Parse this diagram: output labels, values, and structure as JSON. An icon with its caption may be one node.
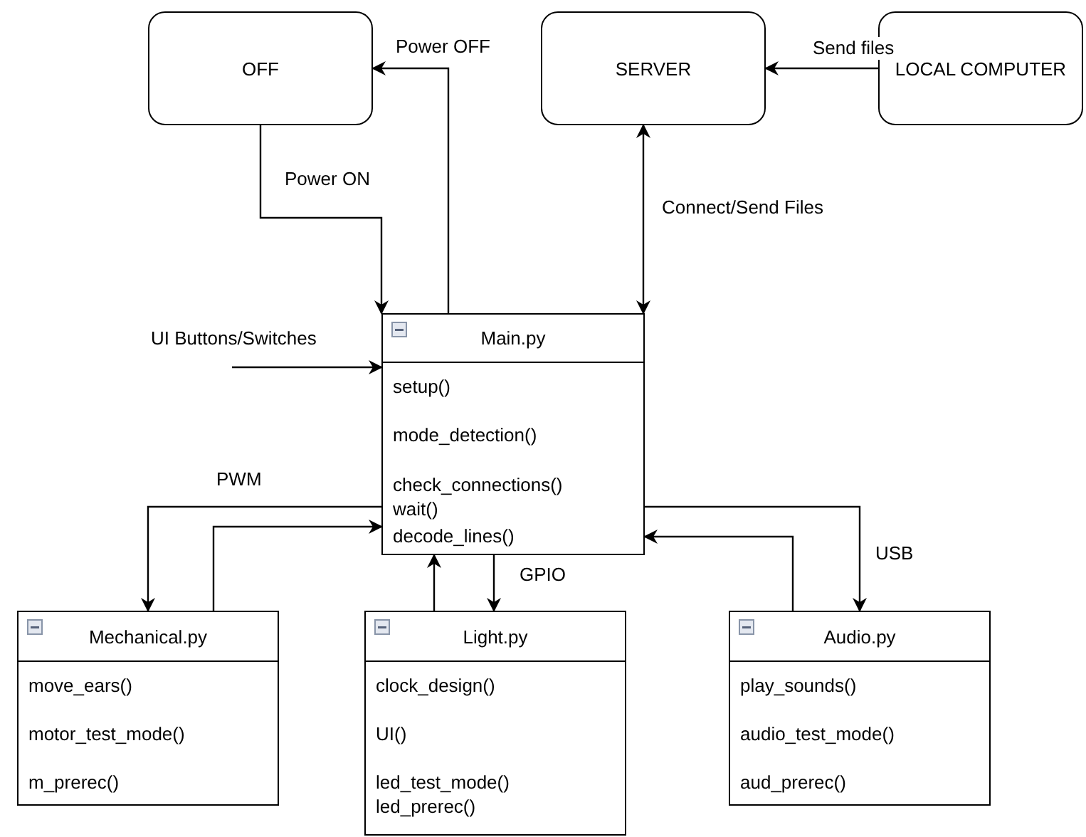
{
  "diagram": {
    "nodes": [
      {
        "text": [
          "OFF"
        ]
      },
      {
        "text": [
          "SERVER"
        ]
      },
      {
        "text": [
          "LOCAL COMPUTER"
        ]
      },
      {
        "text": [
          "Main.py",
          "setup()",
          "mode_detection()",
          "check_connections()",
          "wait()",
          "decode_lines()"
        ]
      },
      {
        "text": [
          "Mechanical.py",
          "move_ears()",
          "motor_test_mode()",
          "m_prerec()"
        ]
      },
      {
        "text": [
          "Light.py",
          "clock_design()",
          "UI()",
          "led_test_mode()",
          "led_prerec()"
        ]
      },
      {
        "text": [
          "Audio.py",
          "play_sounds()",
          "audio_test_mode()",
          "aud_prerec()"
        ]
      }
    ],
    "edges": [
      {
        "from": 3,
        "to": 0,
        "arrow": "to",
        "label": "Power OFF"
      },
      {
        "from": 0,
        "to": 3,
        "arrow": "to",
        "label": "Power ON"
      },
      {
        "from": 1,
        "to": 3,
        "arrow": "both",
        "label": "Connect/Send Files"
      },
      {
        "from": 2,
        "to": 1,
        "arrow": "to",
        "label": "Send files"
      },
      {
        "from": null,
        "to": 3,
        "arrow": "to",
        "label": "UI Buttons/Switches"
      },
      {
        "from": 3,
        "to": 4,
        "arrow": "to",
        "label": "PWM"
      },
      {
        "from": 4,
        "to": 3,
        "arrow": "to"
      },
      {
        "from": 5,
        "to": 3,
        "arrow": "to"
      },
      {
        "from": 3,
        "to": 5,
        "arrow": "to",
        "label": "GPIO"
      },
      {
        "from": 3,
        "to": 6,
        "arrow": "to",
        "label": "USB"
      },
      {
        "from": 6,
        "to": 3,
        "arrow": "to"
      }
    ]
  }
}
